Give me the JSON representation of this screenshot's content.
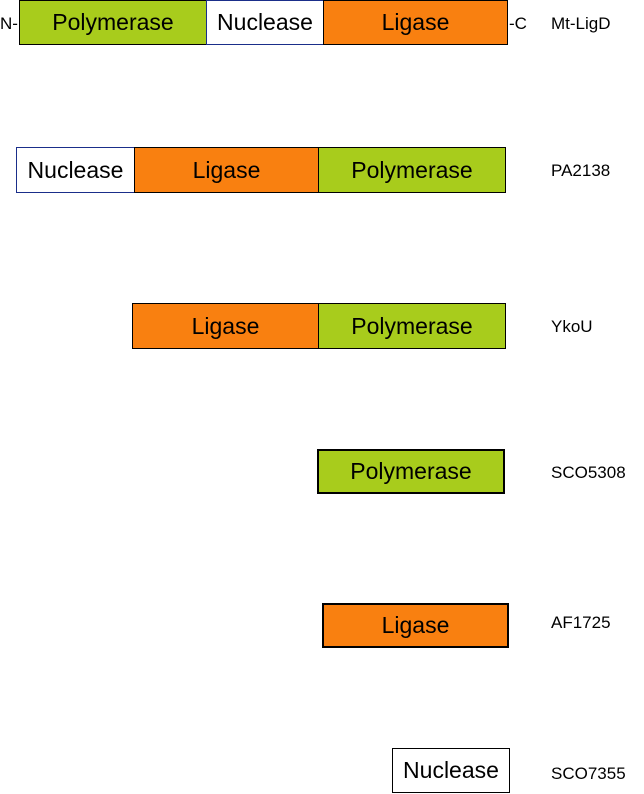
{
  "colors": {
    "polymerase": "#a8cc1c",
    "ligase": "#f98010",
    "nuclease": "#ffffff",
    "outline_dark": "#000000",
    "outline_blue": "#1a2e8a"
  },
  "terminals": {
    "n": "N-",
    "c": "-C"
  },
  "proteins": [
    {
      "name": "Mt-LigD",
      "domains": [
        {
          "label": "Polymerase",
          "type": "polymerase"
        },
        {
          "label": "Nuclease",
          "type": "nuclease"
        },
        {
          "label": "Ligase",
          "type": "ligase"
        }
      ]
    },
    {
      "name": "PA2138",
      "domains": [
        {
          "label": "Nuclease",
          "type": "nuclease"
        },
        {
          "label": "Ligase",
          "type": "ligase"
        },
        {
          "label": "Polymerase",
          "type": "polymerase"
        }
      ]
    },
    {
      "name": "YkoU",
      "domains": [
        {
          "label": "Ligase",
          "type": "ligase"
        },
        {
          "label": "Polymerase",
          "type": "polymerase"
        }
      ]
    },
    {
      "name": "SCO5308",
      "domains": [
        {
          "label": "Polymerase",
          "type": "polymerase"
        }
      ]
    },
    {
      "name": "AF1725",
      "domains": [
        {
          "label": "Ligase",
          "type": "ligase"
        }
      ]
    },
    {
      "name": "SCO7355",
      "domains": [
        {
          "label": "Nuclease",
          "type": "nuclease"
        }
      ]
    }
  ]
}
